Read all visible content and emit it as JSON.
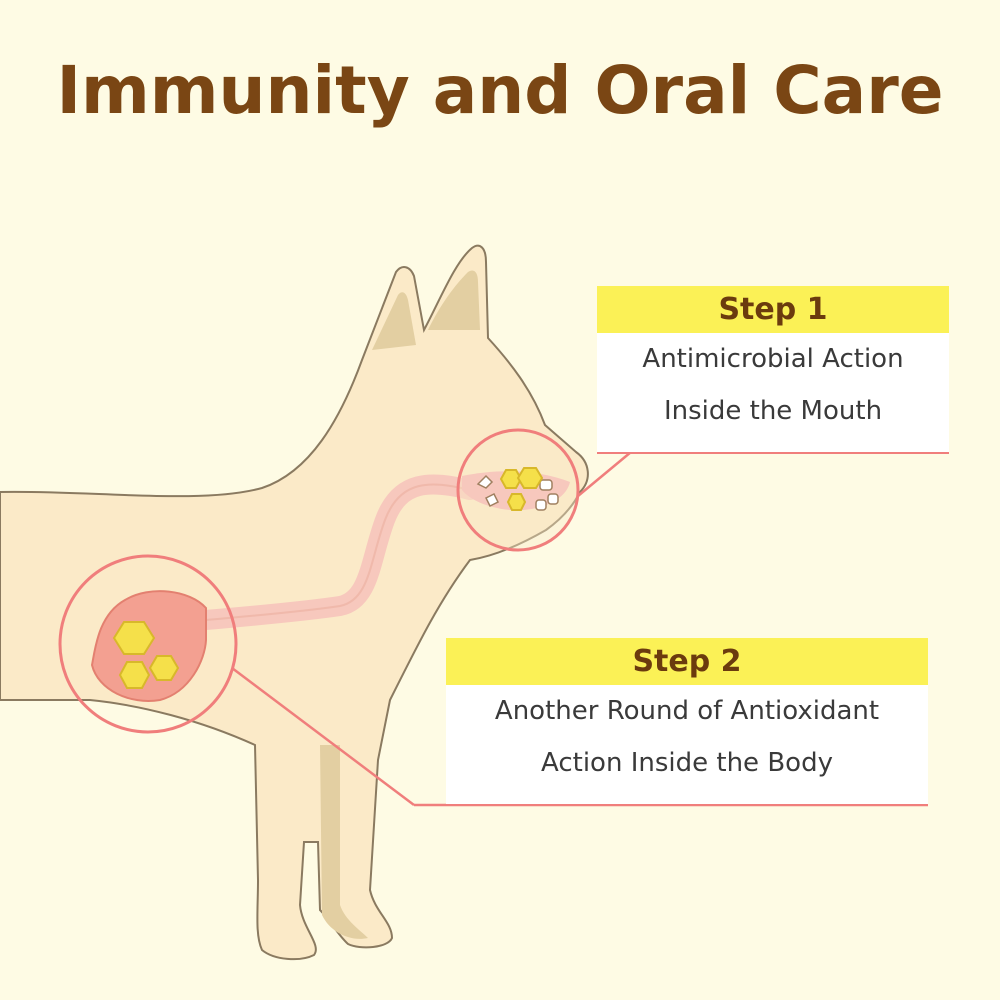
{
  "title": "Immunity and Oral Care",
  "steps": [
    {
      "label": "Step 1",
      "lines": [
        "Antimicrobial Action",
        "Inside the Mouth"
      ]
    },
    {
      "label": "Step 2",
      "lines": [
        "Another Round of Antioxidant",
        "Action Inside the Body"
      ]
    }
  ],
  "colors": {
    "background": "#fefbe4",
    "title": "#7a4614",
    "step_header_bg": "#fbf156",
    "step_header_text": "#6b3b0e",
    "dog_body": "#fbeac8",
    "dog_outline": "#8a7a60",
    "dog_shade": "#e3cfa2",
    "digestive_tract": "#f7c8bd",
    "stomach": "#f3a091",
    "highlight_circle": "#f07e7c",
    "particle": "#f5e04a"
  },
  "icons": [
    "dog-illustration",
    "mouth-zoom-circle",
    "stomach-zoom-circle",
    "antioxidant-hexagon-icon",
    "tooth-icon"
  ]
}
